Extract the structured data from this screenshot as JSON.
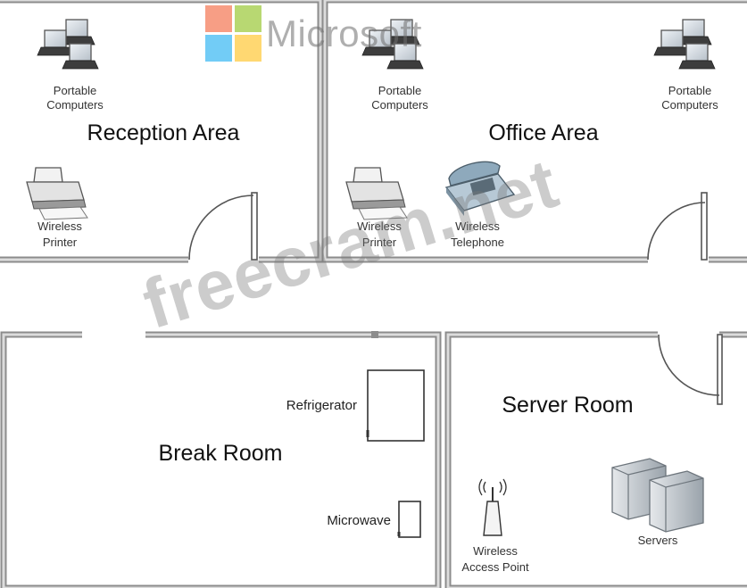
{
  "brand": {
    "name": "Microsoft",
    "colors": {
      "red": "#f25022",
      "green": "#7fba00",
      "blue": "#00a4ef",
      "yellow": "#ffb900"
    }
  },
  "watermark": "freecram.net",
  "rooms": {
    "reception": {
      "title": "Reception Area",
      "computers_label": [
        "Portable",
        "Computers"
      ],
      "printer_label": [
        "Wireless",
        "Printer"
      ]
    },
    "office": {
      "title": "Office Area",
      "computers_left_label": [
        "Portable",
        "Computers"
      ],
      "computers_right_label": [
        "Portable",
        "Computers"
      ],
      "printer_label": [
        "Wireless",
        "Printer"
      ],
      "telephone_label": [
        "Wireless",
        "Telephone"
      ]
    },
    "break": {
      "title": "Break Room",
      "refrigerator_label": "Refrigerator",
      "microwave_label": "Microwave"
    },
    "server": {
      "title": "Server Room",
      "access_point_label": [
        "Wireless",
        "Access Point"
      ],
      "servers_label": "Servers"
    }
  },
  "colors": {
    "wall_outer": "#8c8c8c",
    "wall_inner": "#d7d7d7",
    "device": "#b9c3cc"
  }
}
